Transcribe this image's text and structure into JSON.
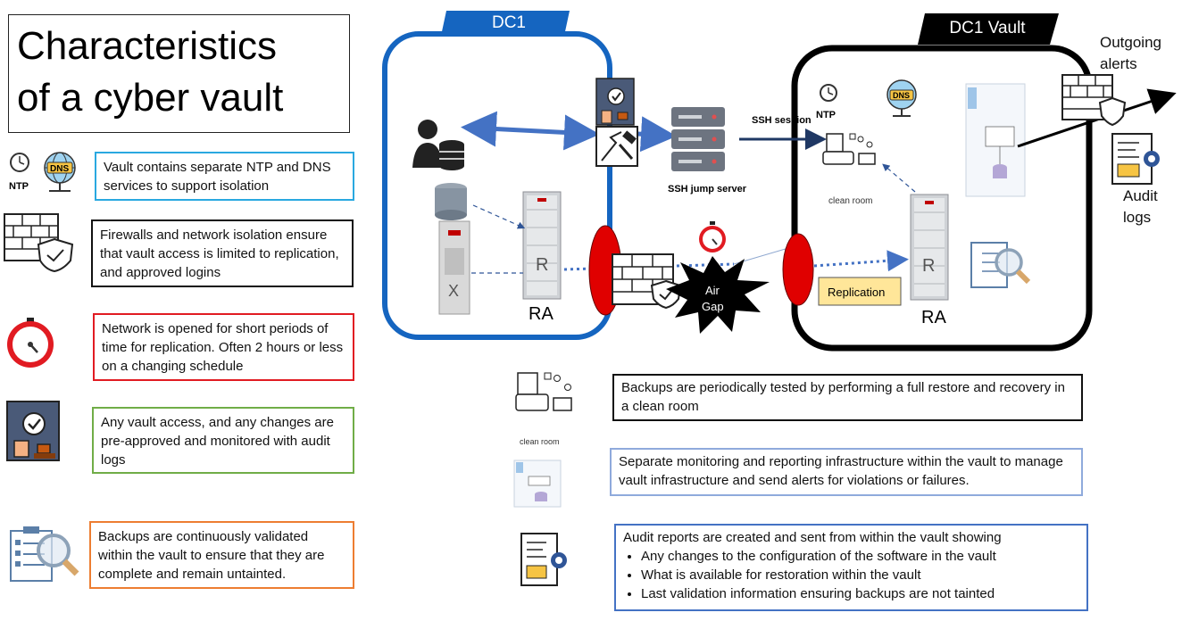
{
  "title": {
    "line1": "Characteristics",
    "line2": "of a cyber vault"
  },
  "legend": [
    {
      "text": "Vault contains separate NTP and DNS services to support isolation",
      "color": "#29a8e0"
    },
    {
      "text": "Firewalls and network isolation ensure that vault access is limited to replication, and approved logins",
      "color": "#111111"
    },
    {
      "text": "Network is opened for short periods of time for replication. Often 2 hours or less on a changing schedule",
      "color": "#e11b22"
    },
    {
      "text": "Any vault access, and any changes are pre-approved and monitored with audit logs",
      "color": "#70ad47"
    },
    {
      "text": "Backups are continuously validated within the vault to ensure that they are complete and remain untainted.",
      "color": "#ed7d31"
    }
  ],
  "icons": {
    "ntp_label": "NTP",
    "dns_label": "DNS"
  },
  "diagram": {
    "dc1_label": "DC1",
    "vault_label": "DC1 Vault",
    "ra_label_1": "RA",
    "ra_label_2": "RA",
    "r_letter": "R",
    "x_letter": "X",
    "ssh_session": "SSH session",
    "ssh_server": "SSH jump server",
    "air_gap": "Air Gap",
    "replication": "Replication",
    "clean_room": "clean room",
    "outgoing_alerts": "Outgoing alerts",
    "audit_logs": "Audit logs"
  },
  "bottom": {
    "clean_room_label": "clean room",
    "box1": "Backups are periodically tested by performing a full restore and recovery in a clean room",
    "box2": "Separate monitoring and reporting infrastructure within the vault to manage vault infrastructure and send alerts for violations or failures.",
    "box3_intro": "Audit reports are created and sent from within the vault showing",
    "box3_items": [
      "Any changes to the configuration of the software in the vault",
      "What is available for restoration within the vault",
      "Last validation information ensuring backups are not tainted"
    ]
  },
  "colors": {
    "dc1_blue": "#1565c0",
    "vault_black": "#000000",
    "firewall_red": "#e00000",
    "replication_fill": "#ffe699"
  }
}
